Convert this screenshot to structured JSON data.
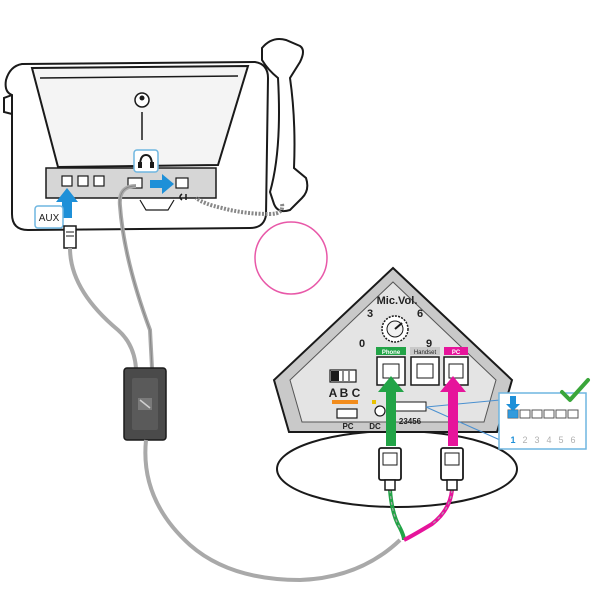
{
  "diagram": {
    "labels": {
      "aux": "AUX",
      "mic_vol": "Mic.Vol.",
      "dial_3": "3",
      "dial_6": "6",
      "dial_0": "0",
      "dial_9": "9",
      "port_phone": "Phone",
      "port_handset": "Handset",
      "port_pc": "PC",
      "switch_a": "A",
      "switch_b": "B",
      "switch_c": "C",
      "pc_jack": "PC",
      "dc_jack": "DC",
      "dip_numbers": "23456",
      "zoom_1": "1",
      "zoom_2": "2",
      "zoom_3": "3",
      "zoom_4": "4",
      "zoom_5": "5",
      "zoom_6": "6"
    },
    "colors": {
      "line": "#1a1a1a",
      "cable_gray": "#a9a9a9",
      "arrow_blue": "#1e90d8",
      "arrow_green": "#22a447",
      "arrow_magenta": "#e6149b",
      "badge_orange": "#f28c1c",
      "check_green": "#3aa63a",
      "panel_gray": "#c9c9c9",
      "circle_pink": "#e858a8"
    },
    "icons": [
      "headset-icon",
      "kensington-lock-icon",
      "check-icon"
    ]
  }
}
